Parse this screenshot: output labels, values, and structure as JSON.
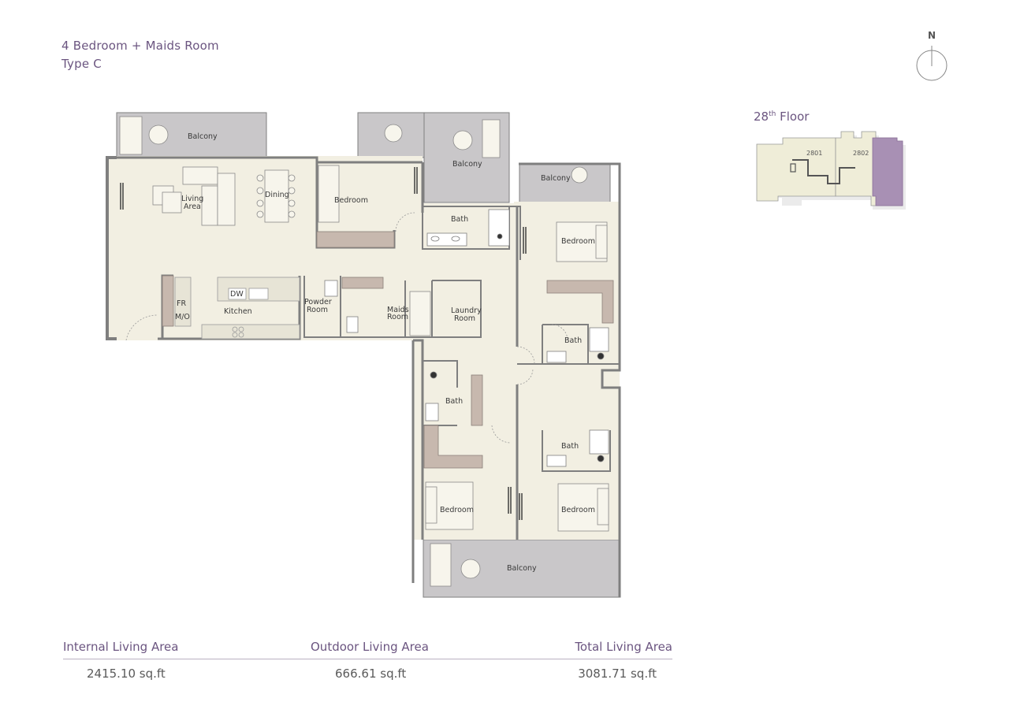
{
  "header": {
    "title": "4 Bedroom + Maids Room",
    "subtitle": "Type C"
  },
  "compass": {
    "label": "N"
  },
  "key_plan": {
    "floor_number": "28",
    "floor_suffix": "th",
    "floor_word": "Floor",
    "units": [
      {
        "label": "2801",
        "highlighted": false
      },
      {
        "label": "2802",
        "highlighted": true
      }
    ],
    "highlight_color": "#a890b4"
  },
  "rooms": {
    "balcony_nw": "Balcony",
    "balcony_n": "Balcony",
    "balcony_ne": "Balcony",
    "balcony_s": "Balcony",
    "living_1": "Living",
    "living_2": "Area",
    "dining": "Dining",
    "bedroom_n": "Bedroom",
    "bedroom_e": "Bedroom",
    "bedroom_sw": "Bedroom",
    "bedroom_se": "Bedroom",
    "bath_n": "Bath",
    "bath_e": "Bath",
    "bath_sw": "Bath",
    "bath_se": "Bath",
    "kitchen": "Kitchen",
    "powder_1": "Powder",
    "powder_2": "Room",
    "maids_1": "Maids",
    "maids_2": "Room",
    "laundry_1": "Laundry",
    "laundry_2": "Room",
    "dw": "DW",
    "fr": "FR",
    "mo": "M/O"
  },
  "areas": {
    "internal": {
      "label": "Internal Living Area",
      "value": "2415.10 sq.ft"
    },
    "outdoor": {
      "label": "Outdoor Living Area",
      "value": "666.61 sq.ft"
    },
    "total": {
      "label": "Total Living Area",
      "value": "3081.71 sq.ft"
    }
  },
  "colors": {
    "floor": "#f2efe2",
    "wall": "#8a8a8a",
    "balcony": "#c9c7c9",
    "joinery": "#c7b8ae",
    "accent_text": "#6b5580"
  }
}
